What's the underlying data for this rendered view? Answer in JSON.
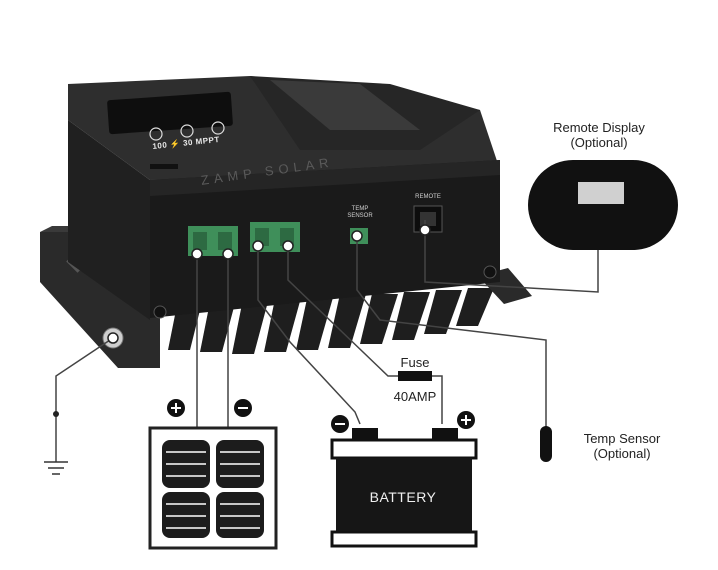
{
  "labels": {
    "remote_display": "Remote Display",
    "remote_display_optional": "(Optional)",
    "fuse": "Fuse",
    "fuse_rating": "40AMP",
    "battery": "BATTERY",
    "temp_sensor": "Temp Sensor",
    "temp_sensor_optional": "(Optional)"
  },
  "controller": {
    "model": "100 ⚡ 30 MPPT",
    "brand": "ZAMP SOLAR",
    "port_temp": "TEMP SENSOR",
    "port_remote": "REMOTE"
  },
  "colors": {
    "body": "#1c1c1c",
    "wire": "#444444",
    "accent_green": "#3f8f5a"
  }
}
